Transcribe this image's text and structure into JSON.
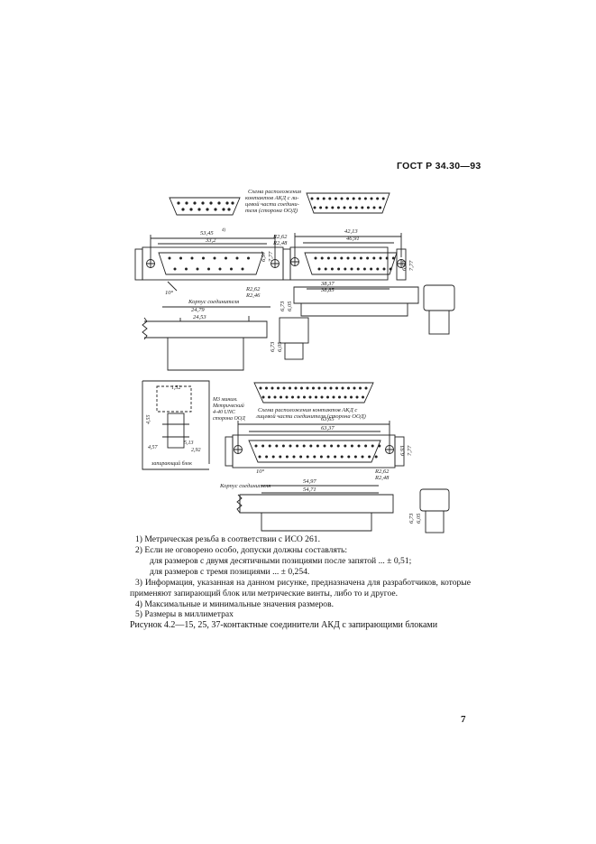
{
  "header": {
    "standard": "ГОСТ Р 34.30—93"
  },
  "figure": {
    "top": {
      "scheme15": [
        "Схема расположения",
        "контактов АКД с ли-",
        "цевой части соедини-",
        "теля (сторона ООД)"
      ],
      "dims": [
        "53,45",
        "4)",
        "33,2",
        "42,13",
        "46,91",
        "R2,62",
        "R2,48",
        "6,97",
        "7,77",
        "38,37",
        "38,85",
        "6,93",
        "7,77",
        "R2,62",
        "R2,46",
        "10°"
      ],
      "korpus": "Корпус соединителя",
      "dims2": [
        "24,79",
        "24,53",
        "6,73",
        "6,05",
        "6,73",
        "6,05"
      ]
    },
    "bottom": {
      "scheme37": [
        "Схема расположения контактов АКД с",
        "лицевой части соединителя (сторона ООД)"
      ],
      "lock": [
        "М3 миним.",
        "Метрический",
        "4-40 UNC",
        "сторона ООД"
      ],
      "lock2": "запирающий блок",
      "dims": [
        "63,65",
        "63,37",
        "6,93",
        "7,77",
        "R2,62",
        "R2,48",
        "10°",
        "54,97",
        "54,71",
        "6,73",
        "6,05",
        "1,52",
        "4,55",
        "5,13",
        "4,57",
        "2,92"
      ],
      "korpus": "Корпус соединителя"
    }
  },
  "notes": [
    "1) Метрическая резьба в соответствии с ИСО 261.",
    "2) Если не оговорено особо, допуски должны составлять:",
    "для размеров с двумя десятичными позициями после запятой ... ± 0,51;",
    "для размеров с тремя позициями ... ± 0,254.",
    "3) Информация, указанная на данном рисунке, предназначена для разработчиков, которые применяют запирающий блок или метрические винты, либо то и другое.",
    "4) Максимальные и минимальные значения размеров.",
    "5) Размеры в миллиметрах"
  ],
  "caption": "Рисунок 4.2—15, 25, 37-контактные соединители АКД с запирающими блоками",
  "page_number": "7"
}
